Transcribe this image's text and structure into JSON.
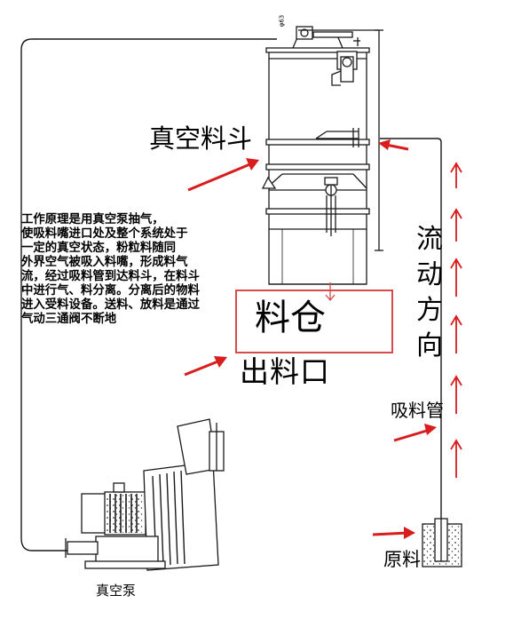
{
  "labels": {
    "hopper": "真空料斗",
    "bin": "料仓",
    "outlet": "出料口",
    "flow_direction": "流动方向",
    "suction_pipe": "吸料管",
    "raw_material": "原料",
    "vacuum_pump": "真空泵",
    "dimension": "φ63"
  },
  "principle_lines": [
    "工作原理是用真空泵抽气，",
    "使吸料嘴进口处及整个系统处于",
    "一定的真空状态，粉粒料随同",
    "外界空气被吸入料嘴，形成料气",
    "流，经过吸料管到达料斗，在料斗",
    "中进行气、料分离。分离后的物料",
    "进入受料设备。送料、放料是通过",
    "气动三通阀不断地"
  ],
  "colors": {
    "arrow": "#d91c1c",
    "line": "#1a1a1a",
    "box_border": "#d94a4a"
  }
}
